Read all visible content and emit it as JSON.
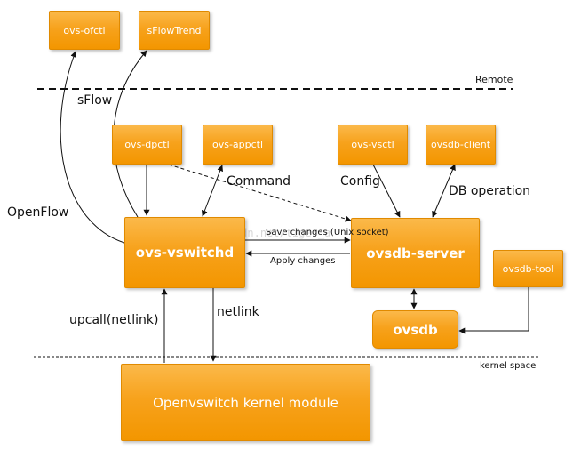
{
  "nodes": {
    "ovs_ofctl": "ovs-ofctl",
    "sflowtrend": "sFlowTrend",
    "ovs_dpctl": "ovs-dpctl",
    "ovs_appctl": "ovs-appctl",
    "ovs_vsctl": "ovs-vsctl",
    "ovsdb_client": "ovsdb-client",
    "ovs_vswitchd": "ovs-vswitchd",
    "ovsdb_server": "ovsdb-server",
    "ovsdb_tool": "ovsdb-tool",
    "ovsdb": "ovsdb",
    "kernel_module": "Openvswitch kernel module"
  },
  "edge_labels": {
    "sflow": "sFlow",
    "openflow": "OpenFlow",
    "command": "Command",
    "config": "Config",
    "db_operation": "DB operation",
    "save_changes": "Save changes (Unix socket)",
    "apply_changes": "Apply changes",
    "upcall": "upcall(netlink)",
    "netlink": "netlink"
  },
  "zones": {
    "remote": "Remote",
    "kernel_space": "kernel space"
  },
  "watermark": "http://blog.csdn.net/tiger_a"
}
